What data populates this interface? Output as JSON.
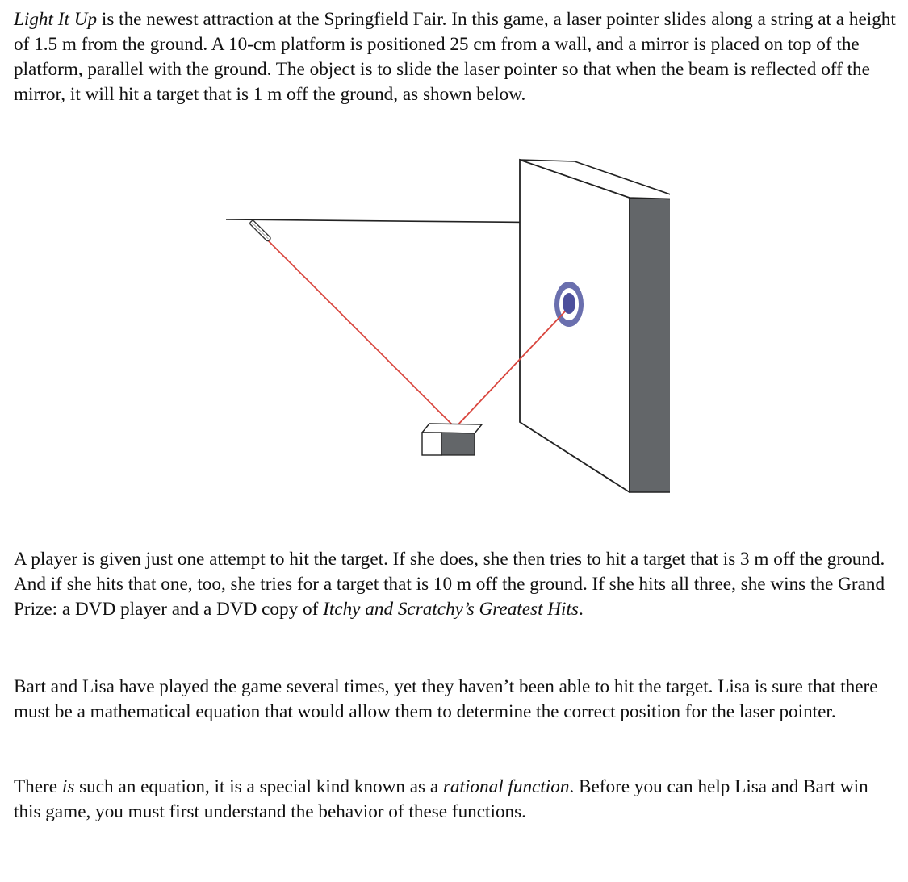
{
  "intro": {
    "title_italic": "Light It Up",
    "text": " is the newest attraction at the Springfield Fair. In this game, a laser pointer slides along a string at a height of 1.5 m from the ground. A 10-cm platform is positioned 25 cm from a wall, and a mirror is placed on top of the platform, parallel with the ground. The object is to slide the laser pointer so that when the beam is reflected off the mirror, it will hit a target that is 1 m off the ground, as shown below."
  },
  "figure": {
    "colors": {
      "beam": "#d9463e",
      "wall_side": "#636669",
      "target_ring": "#6a6fae",
      "target_center": "#4c4f9c"
    }
  },
  "rules": {
    "text": "A player is given just one attempt to hit the target. If she does, she then tries to hit a target that is 3 m off the ground. And if she hits that one, too, she tries for a target that is 10 m off the ground. If she hits all three, she wins the Grand Prize: a DVD player and a DVD copy of ",
    "prize_title_italic": "Itchy and Scratchy’s Greatest Hits",
    "end": "."
  },
  "problem": {
    "text": "Bart and Lisa have played the game several times, yet they haven’t been able to hit the target. Lisa is sure that there must be a mathematical equation that would allow them to determine the correct position for the laser pointer."
  },
  "conclusion": {
    "start": "There ",
    "is_italic": "is",
    "middle": " such an equation, it is a special kind known as a ",
    "term_italic": "rational function",
    "end": ". Before you can help Lisa and Bart win this game, you must first understand the behavior of these functions."
  }
}
